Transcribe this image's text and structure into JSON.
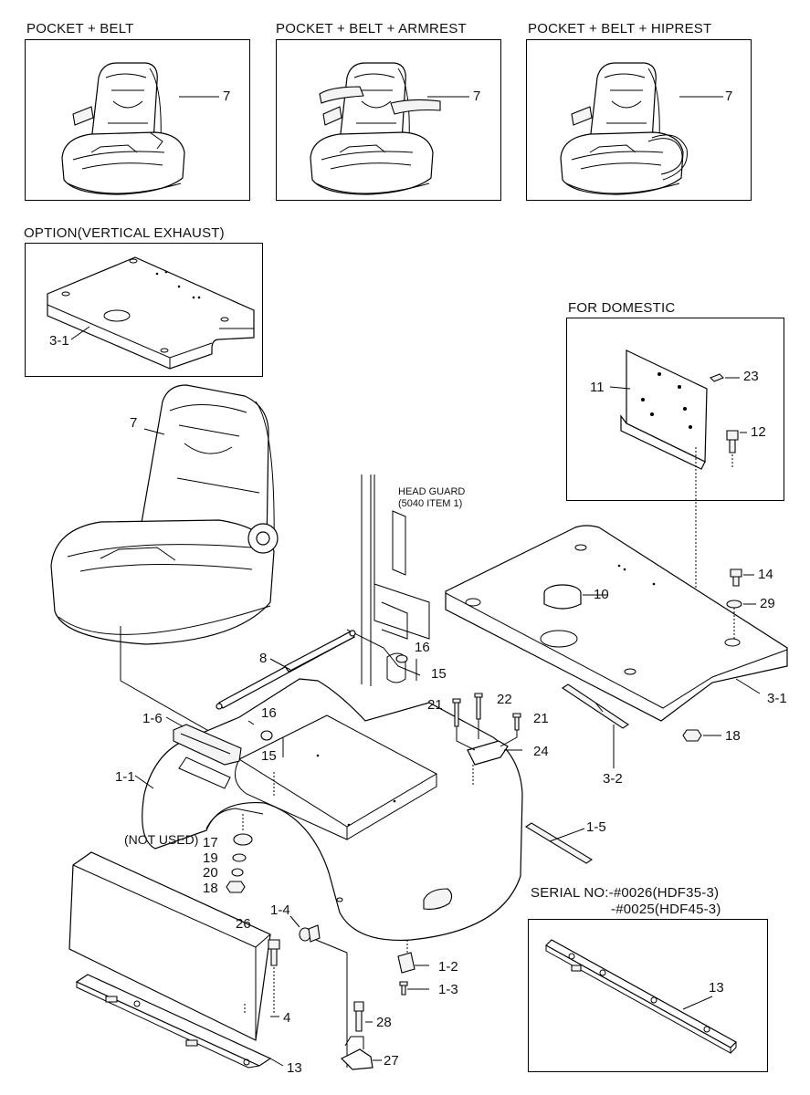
{
  "headers": {
    "top_left": "POCKET + BELT",
    "top_middle": "POCKET + BELT + ARMREST",
    "top_right": "POCKET + BELT + HIPREST",
    "option": "OPTION(VERTICAL EXHAUST)",
    "domestic": "FOR DOMESTIC",
    "serial_line1": "SERIAL NO:-#0026(HDF35-3)",
    "serial_line2": "-#0025(HDF45-3)"
  },
  "notes": {
    "head_guard_line1": "HEAD GUARD",
    "head_guard_line2": "(5040 ITEM 1)",
    "not_used": "(NOT USED)"
  },
  "callouts": {
    "seat_top_left": "7",
    "seat_top_middle": "7",
    "seat_top_right": "7",
    "option_plate": "3-1",
    "main_seat": "7",
    "domestic_plate": "11",
    "domestic_clip": "23",
    "domestic_bolt": "12",
    "cover_plate": "3-1",
    "cap": "10",
    "bolt_14": "14",
    "washer_29": "29",
    "nut_18_right": "18",
    "rail_3_2": "3-2",
    "strut": "8",
    "washer_16_upper": "16",
    "pin_15_upper": "15",
    "bolt_21_left": "21",
    "bolt_22": "22",
    "bolt_21_right": "21",
    "bracket_24": "24",
    "washer_16_lower": "16",
    "pocket_1_6": "1-6",
    "pin_15_lower": "15",
    "hood_1_1": "1-1",
    "washer_17": "17",
    "washer_19": "19",
    "washer_20": "20",
    "nut_18_left": "18",
    "rail_1_5": "1-5",
    "latch_1_4": "1-4",
    "bolt_26": "26",
    "block_1_2": "1-2",
    "screw_1_3": "1-3",
    "panel_4": "4",
    "bolt_28": "28",
    "plate_13_left": "13",
    "latch_27": "27",
    "plate_13_serial": "13"
  }
}
